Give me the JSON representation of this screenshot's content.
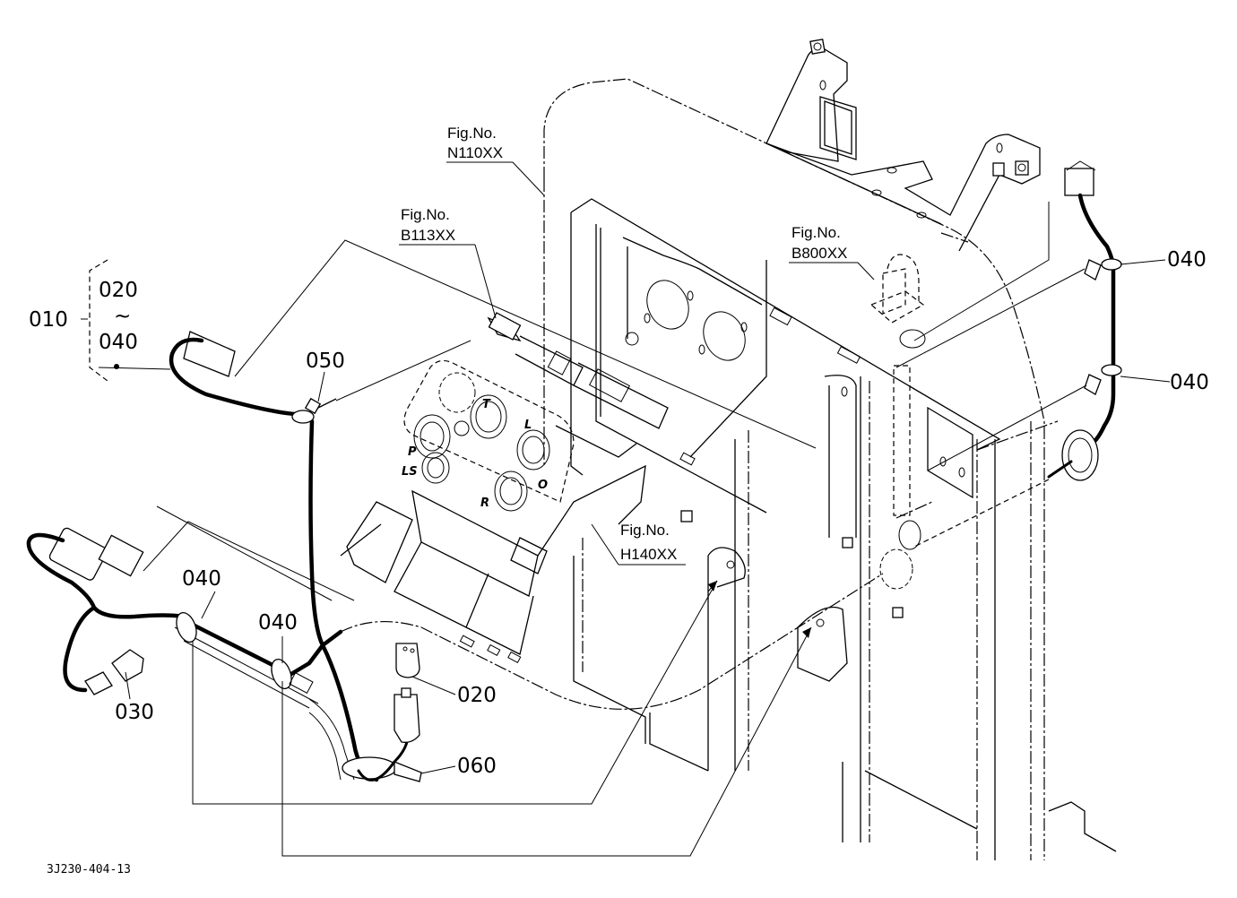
{
  "diagram": {
    "drawing_code": "3J230-404-13",
    "assembly": {
      "part": "010",
      "range_start": "020",
      "range_symbol": "~",
      "range_end": "040"
    },
    "figure_refs": [
      {
        "prefix": "Fig.No.",
        "code": "N110XX"
      },
      {
        "prefix": "Fig.No.",
        "code": "B113XX"
      },
      {
        "prefix": "Fig.No.",
        "code": "B800XX"
      },
      {
        "prefix": "Fig.No.",
        "code": "H140XX"
      }
    ],
    "callouts": [
      {
        "part": "050"
      },
      {
        "part": "040"
      },
      {
        "part": "040"
      },
      {
        "part": "040"
      },
      {
        "part": "040"
      },
      {
        "part": "030"
      },
      {
        "part": "020"
      },
      {
        "part": "060"
      }
    ],
    "valve_ports": [
      "T",
      "L",
      "P",
      "LS",
      "R",
      "O"
    ]
  }
}
